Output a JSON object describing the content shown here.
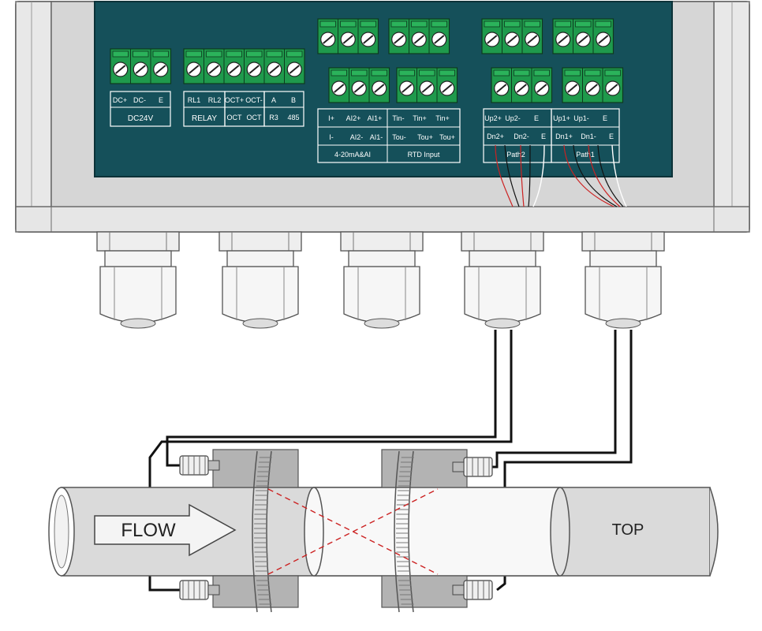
{
  "colors": {
    "panel": "#15505a",
    "terminal": "#1f9a4c",
    "enclosure": "#dcdcdc",
    "pipe": "#d9d9d9",
    "signal_path": "#cc2222",
    "cable": "#111111"
  },
  "terminal_groups": [
    {
      "row1": [
        "DC+",
        "DC-",
        "E"
      ],
      "row2": "DC24V"
    },
    {
      "row1": [
        "RL1",
        "RL2"
      ],
      "row2": "RELAY"
    },
    {
      "row1": [
        "OCT+",
        "OCT-"
      ],
      "row2": [
        "OCT",
        "OCT"
      ]
    },
    {
      "row1": [
        "A",
        "B"
      ],
      "row2": [
        "R3",
        "485"
      ]
    }
  ],
  "analog_block": {
    "row1": [
      "I+",
      "AI2+",
      "AI1+"
    ],
    "row2": [
      "I-",
      "AI2-",
      "AI1-"
    ],
    "caption": "4-20mA&AI"
  },
  "rtd_block": {
    "row1": [
      "Tin-",
      "Tin+",
      "Tin+"
    ],
    "row2": [
      "Tou-",
      "Tou+",
      "Tou+"
    ],
    "caption": "RTD Input"
  },
  "path2_block": {
    "row1": [
      "Up2+",
      "Up2-",
      "E"
    ],
    "row2": [
      "Dn2+",
      "Dn2-",
      "E"
    ],
    "caption": "Path2"
  },
  "path1_block": {
    "row1": [
      "Up1+",
      "Up1-",
      "E"
    ],
    "row2": [
      "Dn1+",
      "Dn1-",
      "E"
    ],
    "caption": "Path1"
  },
  "pipe": {
    "flow_label": "FLOW",
    "top_label": "TOP"
  },
  "icons": [
    "screw-terminal-icon",
    "cable-gland-icon",
    "flow-arrow-icon",
    "transducer-icon",
    "pipe-clamp-icon"
  ]
}
